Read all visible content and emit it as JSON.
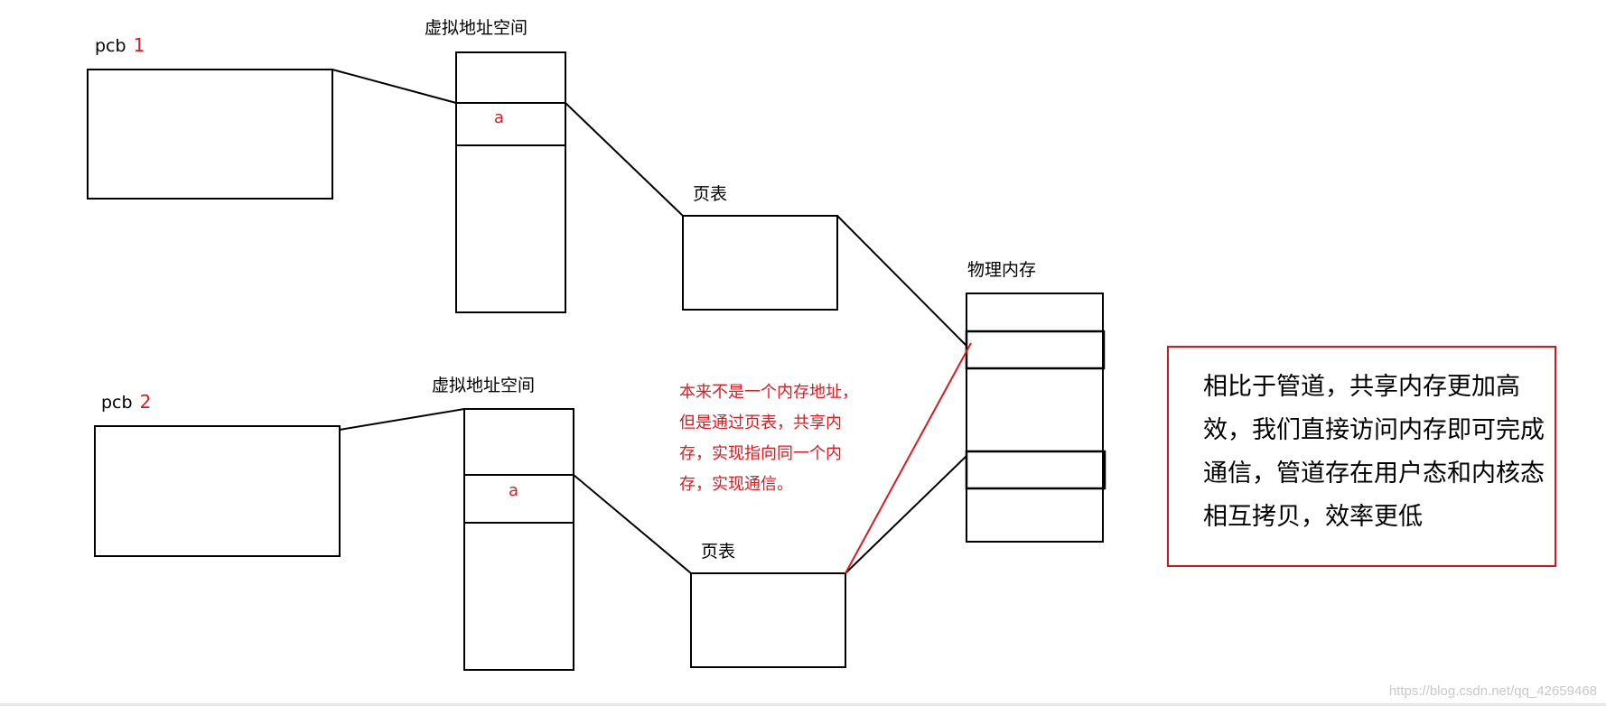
{
  "process1": {
    "label": "pcb",
    "number": "1"
  },
  "process2": {
    "label": "pcb",
    "number": "2"
  },
  "vas1": {
    "title": "虚拟地址空间",
    "cell": "a"
  },
  "vas2": {
    "title": "虚拟地址空间",
    "cell": "a"
  },
  "page_table1": {
    "title": "页表"
  },
  "page_table2": {
    "title": "页表"
  },
  "physical_memory": {
    "title": "物理内存"
  },
  "note": "本来不是一个内存地址，但是通过页表，共享内存，实现指向同一个内存，实现通信。",
  "summary": "相比于管道，共享内存更加高效，我们直接访问内存即可完成通信，管道存在用户态和内核态相互拷贝，效率更低",
  "watermark": "https://blog.csdn.net/qq_42659468",
  "colors": {
    "outline": "#000000",
    "accent": "#e0191f"
  }
}
